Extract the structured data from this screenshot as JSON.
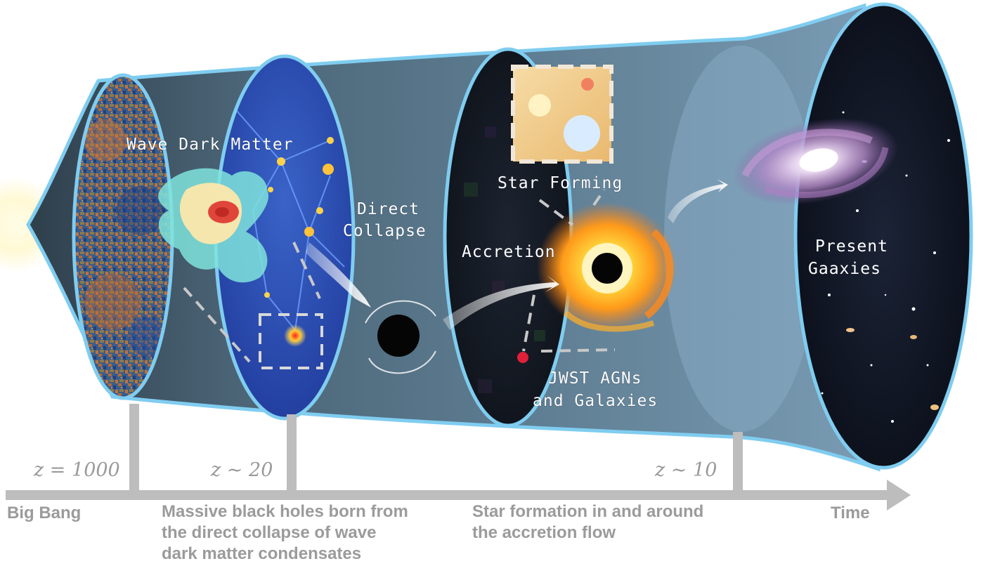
{
  "labels": {
    "wave_dark_matter": "Wave Dark Matter",
    "direct_collapse_line1": "Direct",
    "direct_collapse_line2": "Collapse",
    "star_forming": "Star Forming",
    "accretion": "Accretion",
    "jwst_line1": "JWST AGNs",
    "jwst_line2": "and Galaxies",
    "present_line1": "Present",
    "present_line2": "Gaaxies"
  },
  "redshifts": {
    "z1000": "z = 1000",
    "z20": "z ∼ 20",
    "z10": "z ∼ 10"
  },
  "captions": {
    "big_bang": "Big Bang",
    "massive_bh": "Massive black holes born from\nthe direct collapse of wave\ndark matter condensates",
    "star_formation": "Star formation in and around\nthe accretion flow",
    "time": "Time"
  },
  "colors": {
    "tube_outline": "#7fcdf0",
    "tube_fill": "#5f7d92",
    "axis": "#bdbdbd",
    "caption_text": "#9b9b9b"
  }
}
